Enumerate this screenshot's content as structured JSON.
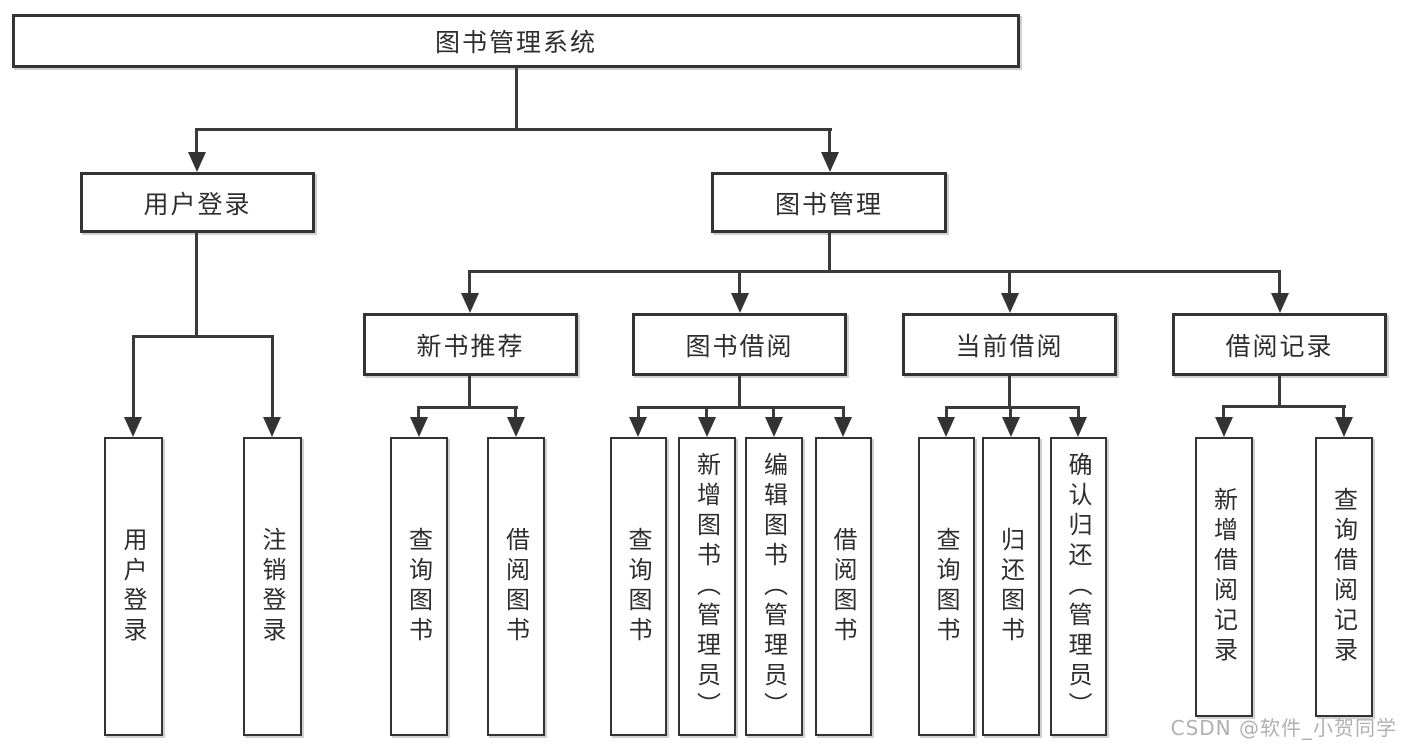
{
  "diagram": {
    "type": "hierarchy-tree",
    "colors": {
      "line": "#3a3a3a",
      "box_border": "#333333",
      "box_background": "#ffffff",
      "text": "#2e2e2e",
      "watermark": "#a8a8a8"
    },
    "tree": {
      "label": "图书管理系统",
      "children": [
        {
          "label": "用户登录",
          "children": [
            {
              "label": "用户登录"
            },
            {
              "label": "注销登录"
            }
          ]
        },
        {
          "label": "图书管理",
          "children": [
            {
              "label": "新书推荐",
              "children": [
                {
                  "label": "查询图书"
                },
                {
                  "label": "借阅图书"
                }
              ]
            },
            {
              "label": "图书借阅",
              "children": [
                {
                  "label": "查询图书"
                },
                {
                  "label": "新增图书（管理员）"
                },
                {
                  "label": "编辑图书（管理员）"
                },
                {
                  "label": "借阅图书"
                }
              ]
            },
            {
              "label": "当前借阅",
              "children": [
                {
                  "label": "查询图书"
                },
                {
                  "label": "归还图书"
                },
                {
                  "label": "确认归还（管理员）"
                }
              ]
            },
            {
              "label": "借阅记录",
              "children": [
                {
                  "label": "新增借阅记录"
                },
                {
                  "label": "查询借阅记录"
                }
              ]
            }
          ]
        }
      ]
    },
    "watermark": {
      "text": "CSDN @软件_小贺同学"
    }
  }
}
